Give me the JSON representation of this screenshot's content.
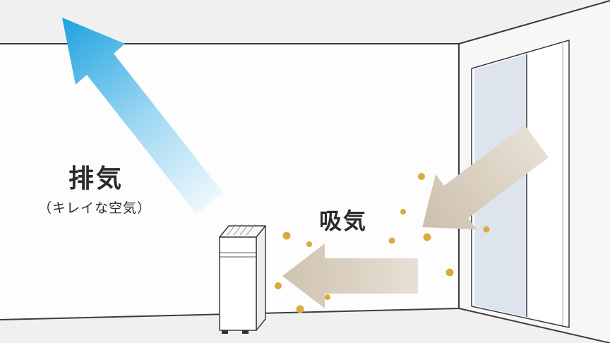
{
  "diagram": {
    "exhaust": {
      "label": "排気",
      "sublabel": "（キレイな空気）",
      "arrow_colors": [
        "#ecf7fd",
        "#9fd8f2",
        "#1da2de"
      ]
    },
    "intake": {
      "label": "吸気",
      "arrow_colors": [
        "#e7e0d5",
        "#cfc2b0"
      ]
    },
    "particles": {
      "color": "#d8ac3a"
    },
    "room": {
      "background_color": "#f0f0f1",
      "wall_color": "#fdfdfe",
      "side_wall_color": "#f7f7f7",
      "door_glass_color": "#dee4ee",
      "door_panel_color": "#ffffff"
    }
  }
}
